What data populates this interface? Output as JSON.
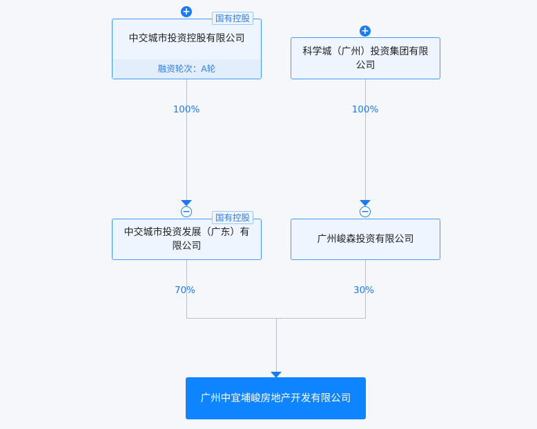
{
  "nodes": {
    "n1": {
      "name": "中交城市投资控股有限公司",
      "tag": "国有控股",
      "round": "融资轮次：A轮"
    },
    "n2": {
      "name": "科学城（广州）投资集团有限公司"
    },
    "n3": {
      "name": "中交城市投资发展（广东）有限公司",
      "tag": "国有控股"
    },
    "n4": {
      "name": "广州峻森投资有限公司"
    },
    "n5": {
      "name": "广州中宜埔峻房地产开发有限公司"
    }
  },
  "edges": {
    "e1": "100%",
    "e2": "100%",
    "e3": "70%",
    "e4": "30%"
  },
  "icons": {
    "expand": "+",
    "collapse": "−"
  },
  "colors": {
    "accent": "#1a7cf5",
    "target": "#0e84ff"
  }
}
